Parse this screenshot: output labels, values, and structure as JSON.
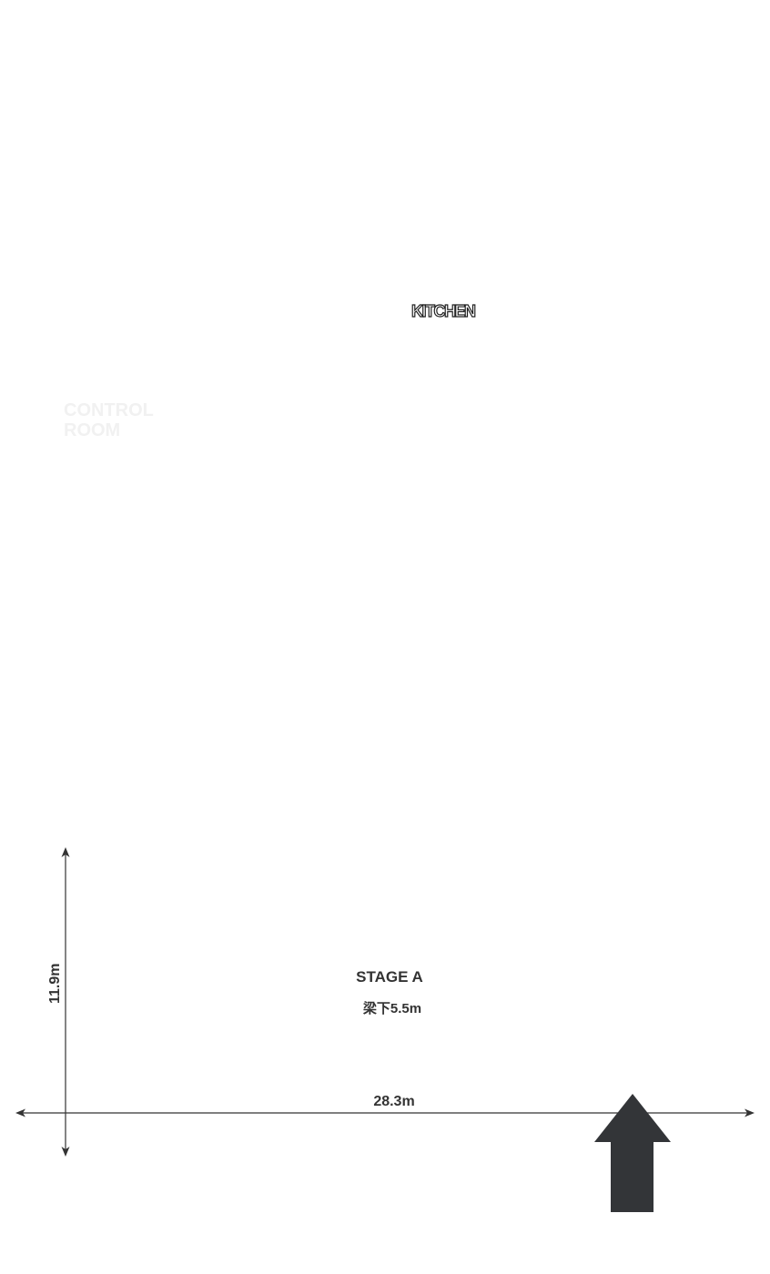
{
  "rooms": {
    "kitchen_label": "KITCHEN",
    "faint_label_a": "",
    "control_room_label": "CONTROL ROOM",
    "faint_label_b": "",
    "faint_label_c": ""
  },
  "stage": {
    "name": "STAGE A",
    "beam_height": "梁下5.5m"
  },
  "dimensions": {
    "width": "28.3m",
    "depth": "11.9m"
  },
  "colors": {
    "arrow": "#333538",
    "dimension_line": "#333333",
    "faint_text": "#f1f1f1"
  },
  "icons": {
    "entrance": "arrow-up-icon"
  }
}
